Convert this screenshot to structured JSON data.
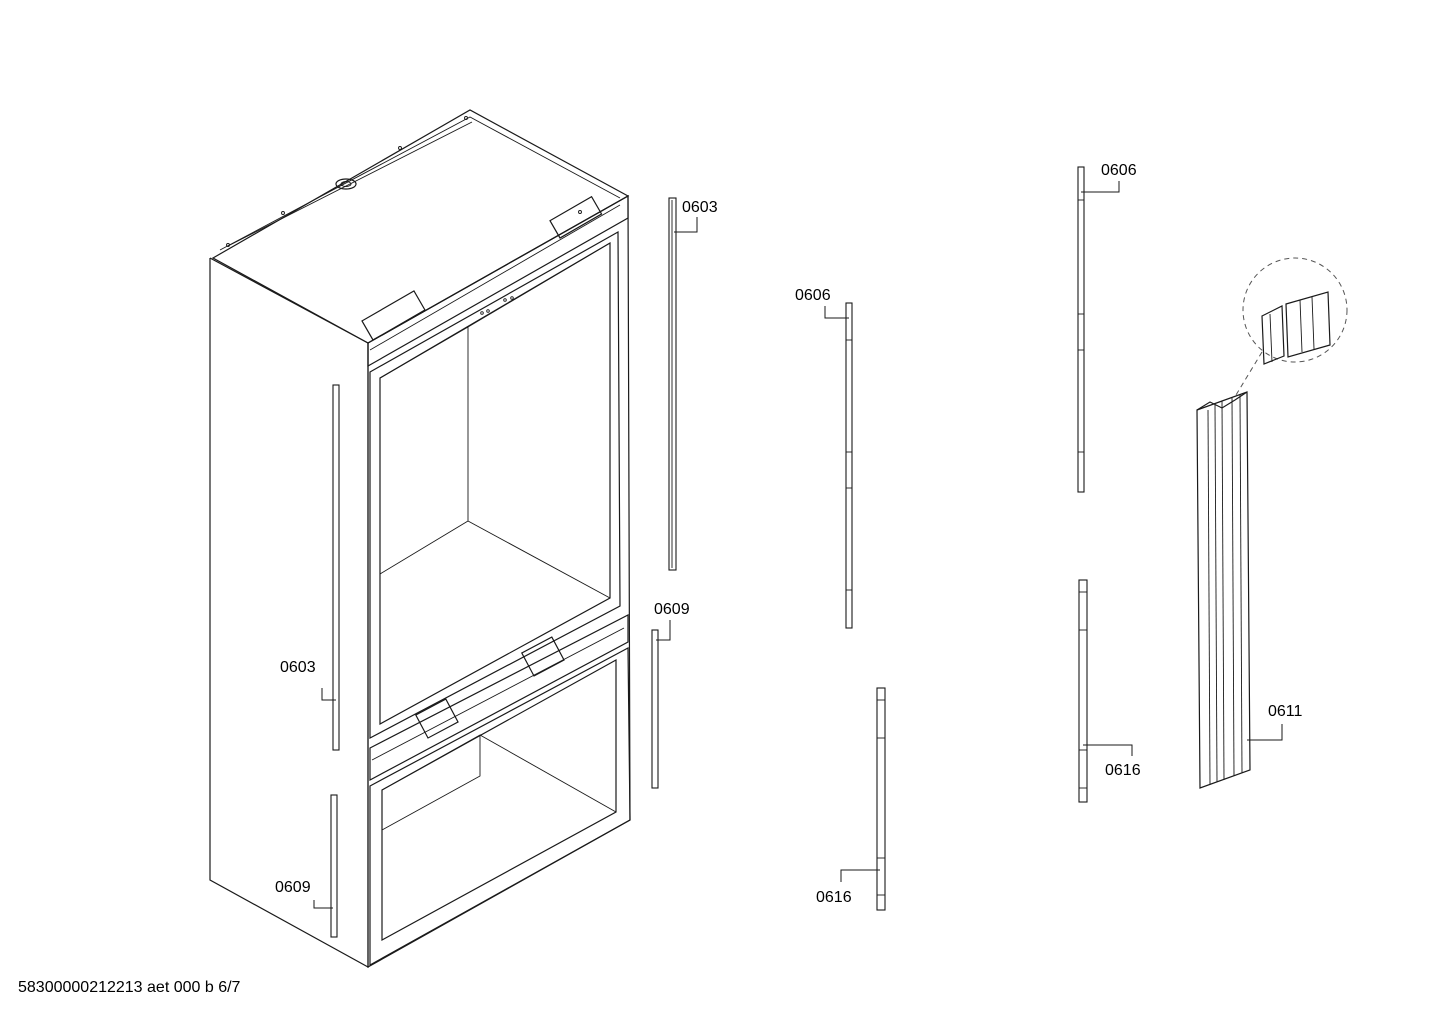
{
  "document_id": "58300000212213 aet 000 b 6/7",
  "callouts": {
    "c1": "0603",
    "c2": "0603",
    "c3": "0609",
    "c4": "0609",
    "c5": "0606",
    "c6": "0606",
    "c7": "0616",
    "c8": "0616",
    "c9": "0611"
  }
}
